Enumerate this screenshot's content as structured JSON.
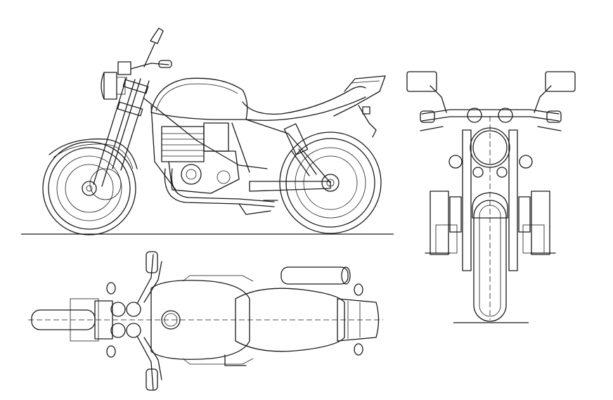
{
  "drawing": {
    "subject": "motorcycle",
    "views": [
      "side-view",
      "front-view",
      "top-view"
    ],
    "line_color": "#1a1a1a",
    "background": "#ffffff"
  }
}
